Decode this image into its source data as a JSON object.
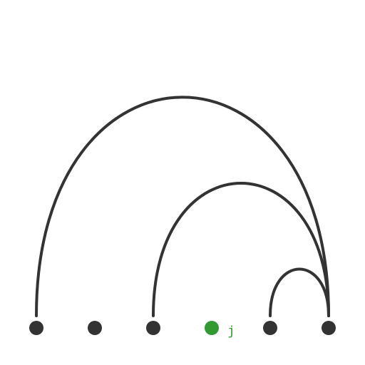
{
  "colors": {
    "background": "#ffffff",
    "node": "#333333",
    "arc": "#333333",
    "highlight": "#339933"
  },
  "nodes": [
    {
      "id": "n1",
      "label": "",
      "highlighted": false
    },
    {
      "id": "n2",
      "label": "",
      "highlighted": false
    },
    {
      "id": "n3",
      "label": "",
      "highlighted": false
    },
    {
      "id": "n4",
      "label": "j",
      "highlighted": true
    },
    {
      "id": "n5",
      "label": "",
      "highlighted": false
    },
    {
      "id": "n6",
      "label": "",
      "highlighted": false
    }
  ],
  "arcs": [
    {
      "from": "n1",
      "to": "n6"
    },
    {
      "from": "n3",
      "to": "n6"
    },
    {
      "from": "n5",
      "to": "n6"
    }
  ]
}
